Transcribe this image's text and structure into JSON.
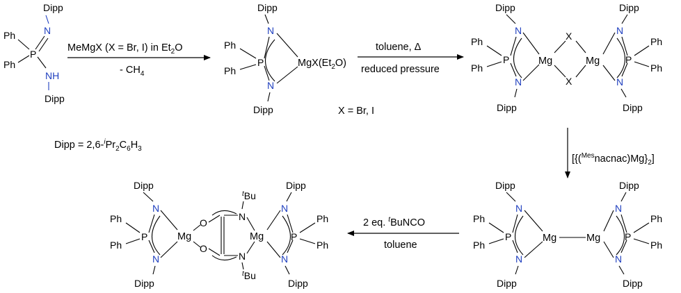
{
  "atoms": {
    "ph": "Ph",
    "p": "P",
    "n": "N",
    "nh": "NH",
    "dipp": "Dipp",
    "mg": "Mg",
    "x": "X",
    "o": "O",
    "tbu_sup": "t",
    "tbu": "Bu"
  },
  "arrows": {
    "step1": {
      "reagent_main": "MeMgX (X = Br, I) in Et",
      "reagent_sub": "2",
      "reagent_end": "O",
      "byproduct_main": "- CH",
      "byproduct_sub": "4"
    },
    "step2": {
      "top": "toluene, Δ",
      "bottom": "reduced pressure"
    },
    "step3": {
      "open": "[{(",
      "sup": "Mes",
      "mid": "nacnac)Mg}",
      "sub": "2",
      "close": "]"
    },
    "step4": {
      "top_pre": "2 eq. ",
      "top_sup": "t",
      "top_post": "BuNCO",
      "bottom": "toluene"
    }
  },
  "labels": {
    "mgx_main": "MgX(Et",
    "mgx_sub": "2",
    "mgx_end": "O)",
    "x_def": "X = Br, I",
    "dipp_def_pre": "Dipp = 2,6-",
    "dipp_def_sup": "i",
    "dipp_def_mid": "Pr",
    "dipp_def_sub1": "2",
    "dipp_def_mid2": "C",
    "dipp_def_sub2": "6",
    "dipp_def_mid3": "H",
    "dipp_def_sub3": "3"
  }
}
